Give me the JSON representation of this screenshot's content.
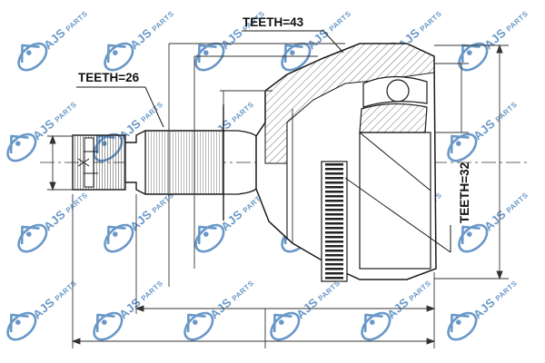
{
  "diagram": {
    "labels": {
      "outer_teeth": "TEETH=43",
      "spline_teeth": "TEETH=26",
      "abs_teeth": "TEETH=32"
    }
  },
  "watermark": {
    "brand": "AJS",
    "tagline": "PARTS",
    "color": "#4f86bf"
  },
  "colors": {
    "line": "#1a1a1a",
    "dimension": "#333333",
    "hatch": "#555555"
  }
}
